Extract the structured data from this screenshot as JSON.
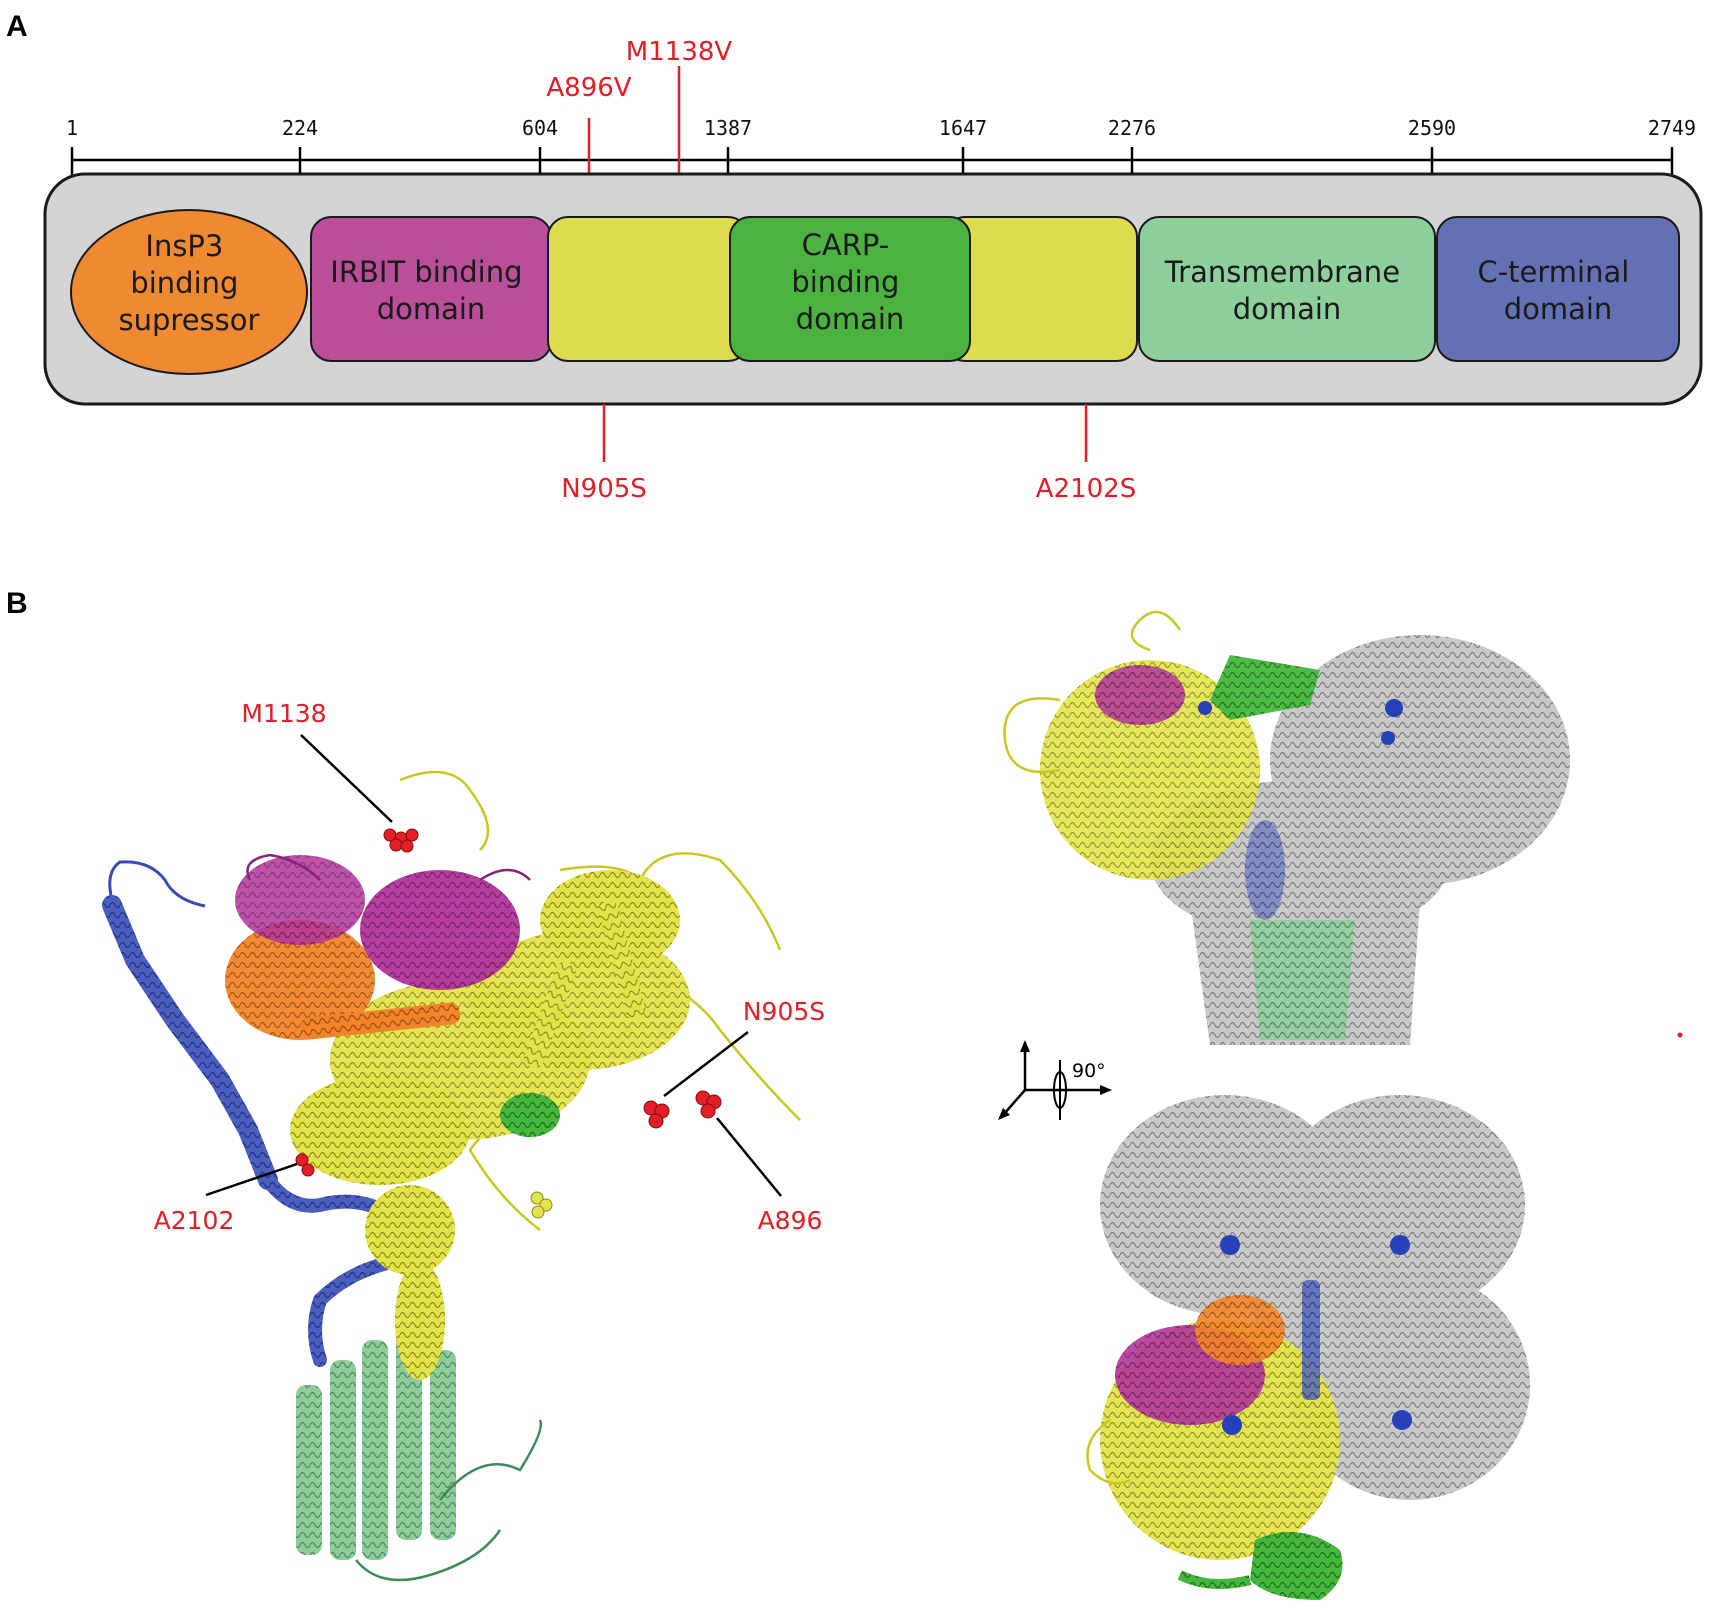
{
  "panels": {
    "a": "A",
    "b": "B"
  },
  "scale": {
    "ticks": [
      "1",
      "224",
      "604",
      "1387",
      "1647",
      "2276",
      "2590",
      "2749"
    ]
  },
  "domains": [
    {
      "lines": [
        "InsP3",
        "binding",
        "supressor"
      ],
      "color": "#f08a32"
    },
    {
      "lines": [
        "IRBIT binding",
        "domain"
      ],
      "color": "#b84f98"
    },
    {
      "lines": [],
      "color": "#dcdc50"
    },
    {
      "lines": [
        "CARP-",
        "binding",
        "domain"
      ],
      "color": "#4bb240"
    },
    {
      "lines": [],
      "color": "#dcdc50"
    },
    {
      "lines": [
        "Transmembrane",
        "domain"
      ],
      "color": "#8ecf9c"
    },
    {
      "lines": [
        "C-terminal",
        "domain"
      ],
      "color": "#6470b4"
    }
  ],
  "mutations_top": [
    "A896V",
    "M1138V"
  ],
  "mutations_bottom": [
    "N905S",
    "A2102S"
  ],
  "structure_labels": {
    "m1138": "M1138",
    "n905s": "N905S",
    "a2102": "A2102",
    "a896": "A896"
  },
  "rotation_label": "90°",
  "colors": {
    "mutation": "#e21e26",
    "bar_bg": "#d3d4d6",
    "orange": "#f08a32",
    "magenta": "#b84f98",
    "yellow": "#dcdc50",
    "green": "#4bb240",
    "light_green": "#8ecf9c",
    "blue": "#6470b4",
    "grey": "#b8b8b8"
  }
}
